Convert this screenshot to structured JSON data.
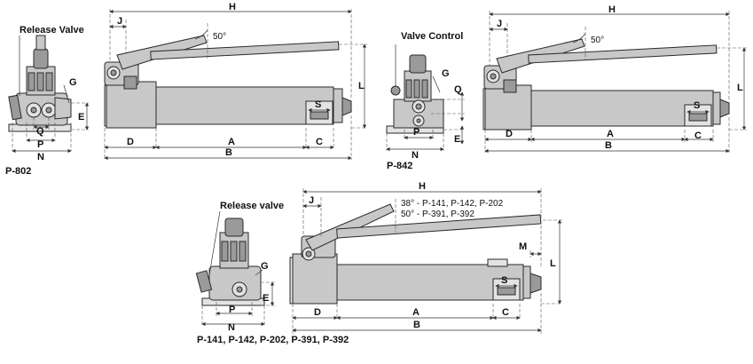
{
  "labels": {
    "release_valve_a": "Release Valve",
    "release_valve_b": "Release valve",
    "valve_control": "Valve Control",
    "H": "H",
    "J": "J",
    "L": "L",
    "D": "D",
    "A": "A",
    "B": "B",
    "C": "C",
    "S": "S",
    "G": "G",
    "E": "E",
    "P": "P",
    "Q": "Q",
    "N": "N",
    "M": "M",
    "angle_50": "50°",
    "angle_note_1": "38° - P-141, P-142, P-202",
    "angle_note_2": "50° - P-391, P-392"
  },
  "models": {
    "m1": "P-802",
    "m2": "P-842",
    "m3": "P-141, P-142, P-202, P-391, P-392"
  },
  "colors": {
    "body": "#c8c8c8",
    "dark": "#9a9a9a",
    "line": "#2a2a2a"
  }
}
